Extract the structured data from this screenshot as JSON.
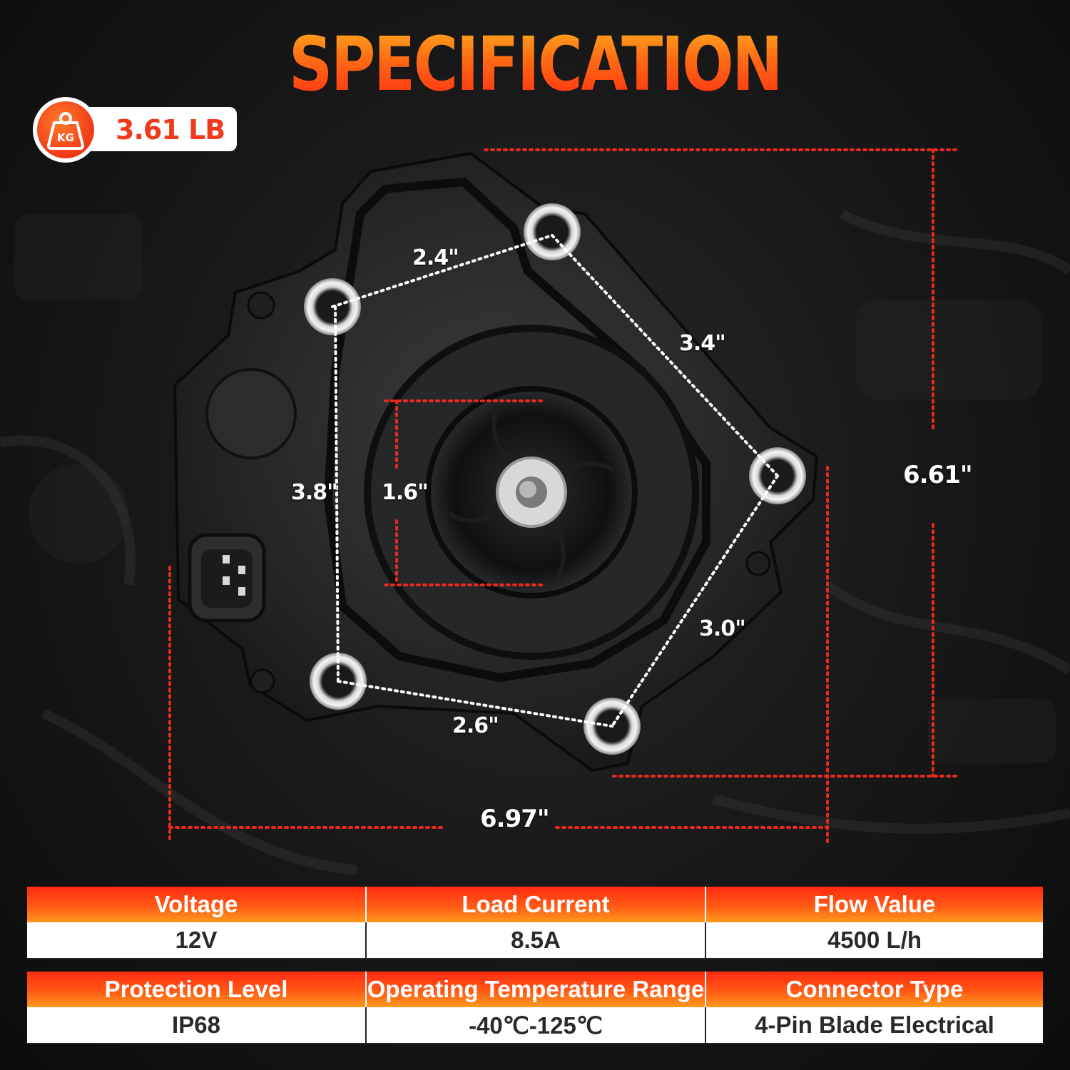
{
  "title": "SPECIFICATION",
  "weight": {
    "icon_label": "KG",
    "value": "3.61 LB"
  },
  "icons": {
    "weight": "weight-kg-icon"
  },
  "colors": {
    "accent_top": "#ffb21f",
    "accent_bottom": "#ff2a12",
    "dim_line": "#e52a20"
  },
  "dimensions": {
    "height": "6.61\"",
    "width": "6.97\"",
    "hole_top": "2.4\"",
    "hole_right_upper": "3.4\"",
    "hole_left": "3.8\"",
    "impeller": "1.6\"",
    "hole_right_lower": "3.0\"",
    "hole_bottom": "2.6\""
  },
  "specs": [
    [
      {
        "label": "Voltage",
        "value": "12V"
      },
      {
        "label": "Load Current",
        "value": "8.5A"
      },
      {
        "label": "Flow Value",
        "value": "4500 L/h"
      }
    ],
    [
      {
        "label": "Protection Level",
        "value": "IP68"
      },
      {
        "label": "Operating Temperature Range",
        "value": "-40℃-125℃"
      },
      {
        "label": "Connector Type",
        "value": "4-Pin Blade Electrical"
      }
    ]
  ]
}
